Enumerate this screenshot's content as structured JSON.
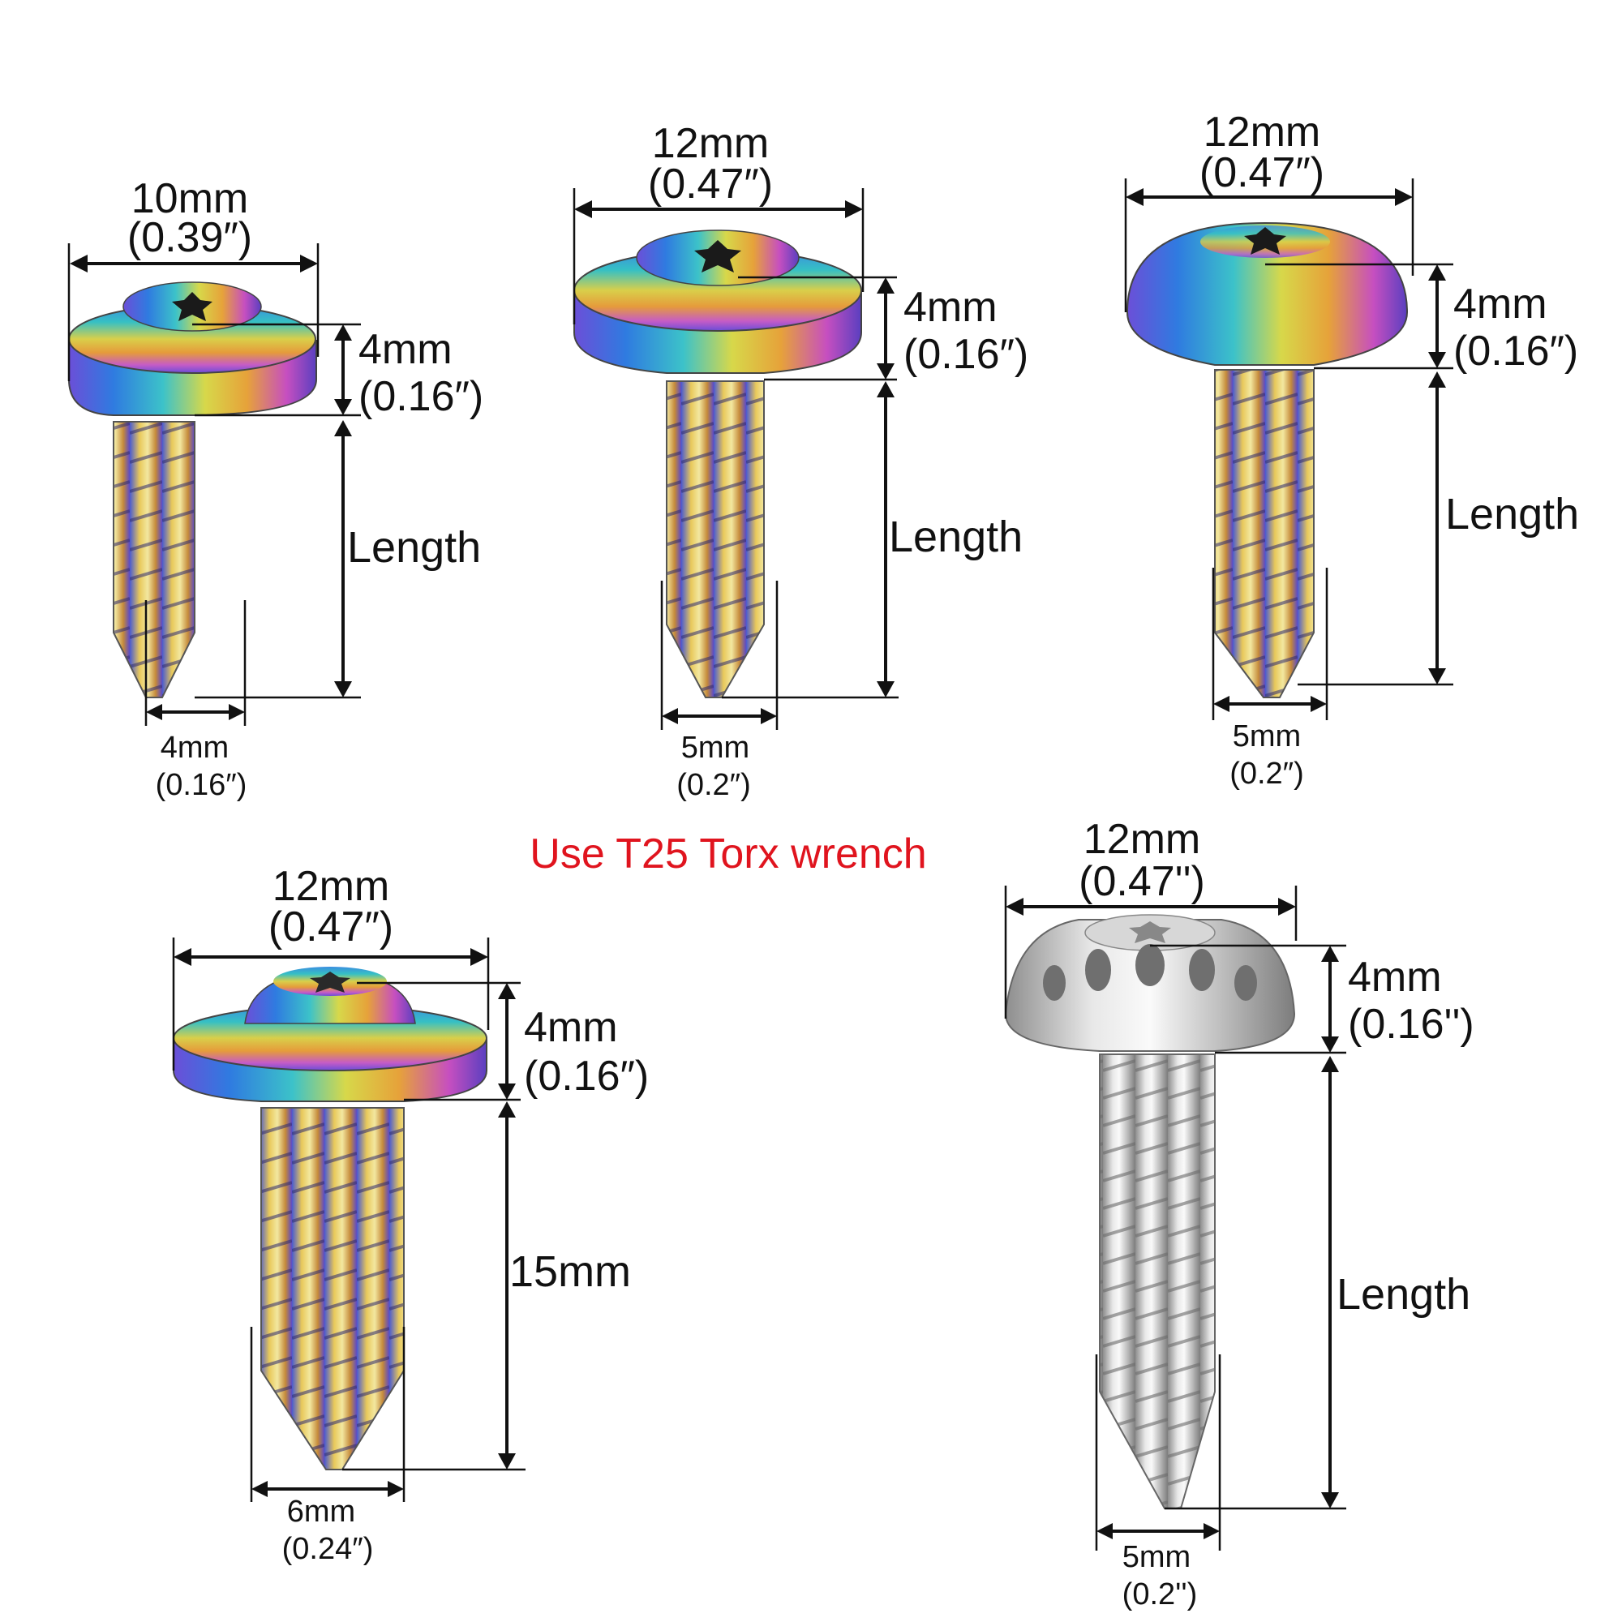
{
  "note": "Use T25 Torx wrench",
  "colors": {
    "note": "#e0141e",
    "dimension_lines": "#111111",
    "rainbow_finish": [
      "#7a4bd6",
      "#2f7be0",
      "#3cc2c9",
      "#c9d24a",
      "#e6a23a",
      "#c64fc0"
    ],
    "silver_finish": [
      "#c9c9c9",
      "#f2f2f2",
      "#8f8f8f"
    ]
  },
  "screws": [
    {
      "name": "screw-1",
      "finish": "rainbow",
      "head_style": "flanged",
      "head_width": "10mm",
      "head_width_in": "(0.39″)",
      "head_height": "4mm",
      "head_height_in": "(0.16″)",
      "length": "Length",
      "thread_diameter": "4mm",
      "thread_diameter_in": "(0.16″)"
    },
    {
      "name": "screw-2",
      "finish": "rainbow",
      "head_style": "flanged",
      "head_width": "12mm",
      "head_width_in": "(0.47″)",
      "head_height": "4mm",
      "head_height_in": "(0.16″)",
      "length": "Length",
      "thread_diameter": "5mm",
      "thread_diameter_in": "(0.2″)"
    },
    {
      "name": "screw-3",
      "finish": "rainbow",
      "head_style": "dome",
      "head_width": "12mm",
      "head_width_in": "(0.47″)",
      "head_height": "4mm",
      "head_height_in": "(0.16″)",
      "length": "Length",
      "thread_diameter": "5mm",
      "thread_diameter_in": "(0.2″)"
    },
    {
      "name": "screw-4",
      "finish": "rainbow",
      "head_style": "flanged",
      "head_width": "12mm",
      "head_width_in": "(0.47″)",
      "head_height": "4mm",
      "head_height_in": "(0.16″)",
      "length": "15mm",
      "thread_diameter": "6mm",
      "thread_diameter_in": "(0.24″)"
    },
    {
      "name": "screw-5",
      "finish": "silver",
      "head_style": "drilled-dome",
      "head_width": "12mm",
      "head_width_in": "(0.47'')",
      "head_height": "4mm",
      "head_height_in": "(0.16'')",
      "length": "Length",
      "thread_diameter": "5mm",
      "thread_diameter_in": "(0.2'')"
    }
  ]
}
